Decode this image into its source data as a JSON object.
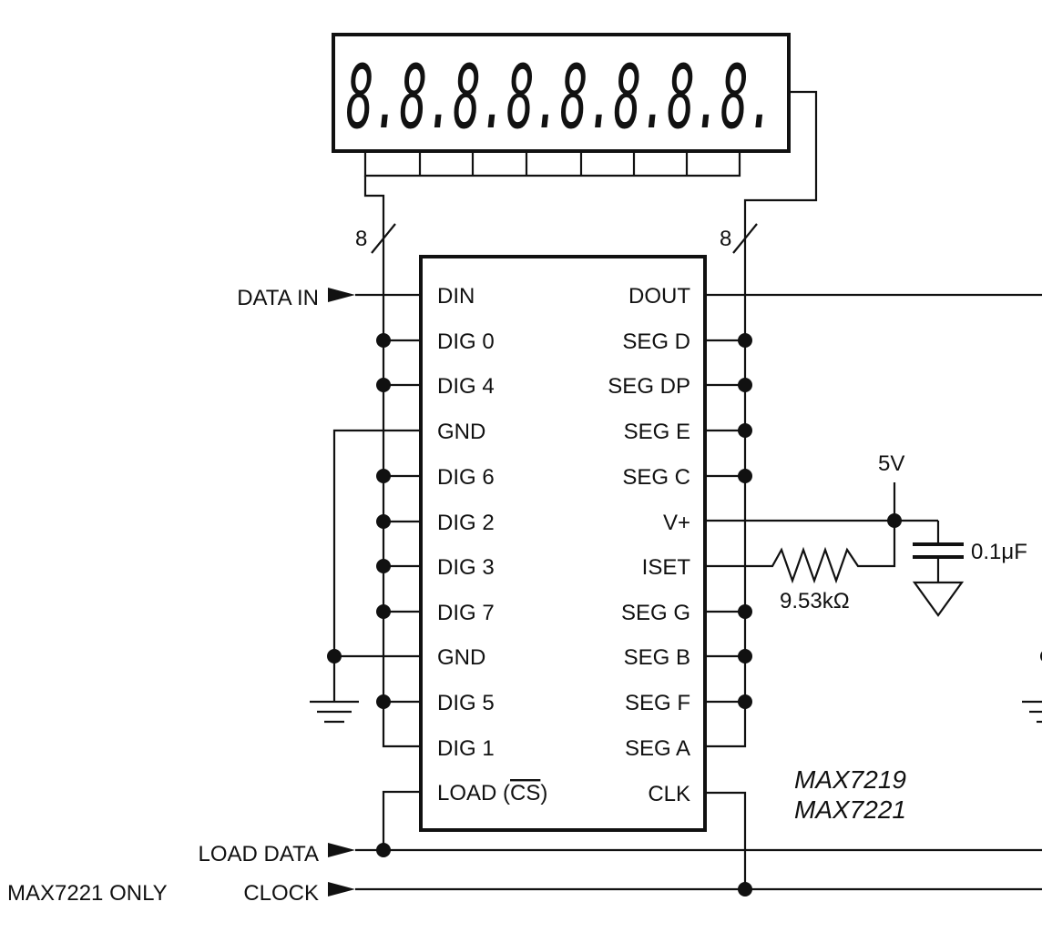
{
  "display": {
    "digits": "8.8.8.8.8.8.8.8."
  },
  "bus": {
    "left_width": "8",
    "right_width": "8"
  },
  "chip": {
    "part_numbers": [
      "MAX7219",
      "MAX7221"
    ],
    "left_pins": [
      "DIN",
      "DIG 0",
      "DIG 4",
      "GND",
      "DIG 6",
      "DIG 2",
      "DIG 3",
      "DIG 7",
      "GND",
      "DIG 5",
      "DIG 1",
      "LOAD (CS)"
    ],
    "load_pin_prefix": "LOAD (",
    "load_pin_overbar": "CS",
    "load_pin_suffix": ")",
    "right_pins": [
      "DOUT",
      "SEG D",
      "SEG DP",
      "SEG E",
      "SEG C",
      "V+",
      "ISET",
      "SEG G",
      "SEG B",
      "SEG F",
      "SEG A",
      "CLK"
    ]
  },
  "signals": {
    "data_in": "DATA IN",
    "load_data": "LOAD DATA",
    "clock": "CLOCK",
    "note": "MAX7221 ONLY"
  },
  "components": {
    "supply": "5V",
    "capacitor": "0.1μF",
    "resistor": "9.53kΩ"
  }
}
